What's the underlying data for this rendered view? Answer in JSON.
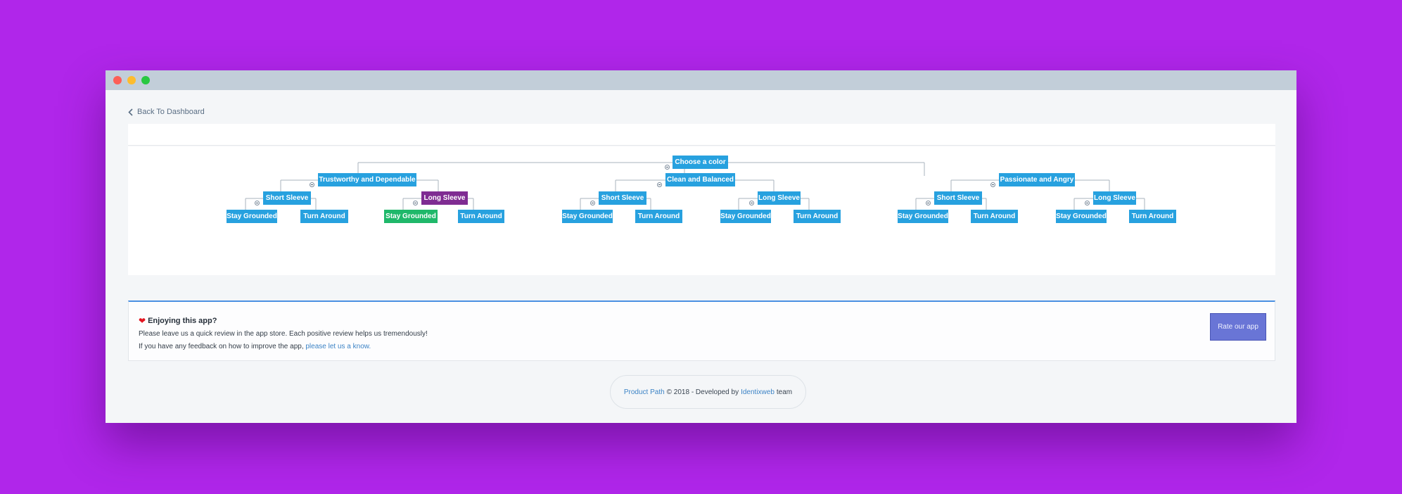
{
  "window": {
    "controls": [
      "close",
      "minimize",
      "maximize"
    ]
  },
  "nav": {
    "back_label": "Back To Dashboard",
    "back_icon": "chevron-left-icon"
  },
  "tree": {
    "root": "Choose a color",
    "level1": [
      "Trustworthy and Dependable",
      "Clean and Balanced",
      "Passionate and Angry"
    ],
    "level2": [
      "Short Sleeve",
      "Long Sleeve",
      "Short Sleeve",
      "Long Sleeve",
      "Short Sleeve",
      "Long Sleeve"
    ],
    "level3": [
      "Stay Grounded",
      "Turn Around",
      "Stay Grounded",
      "Turn Around",
      "Stay Grounded",
      "Turn Around",
      "Stay Grounded",
      "Turn Around",
      "Stay Grounded",
      "Turn Around",
      "Stay Grounded",
      "Turn Around"
    ],
    "colors": {
      "default": "#27a1df",
      "selected_purple": "#7f2c92",
      "selected_green": "#1fb86a"
    }
  },
  "review": {
    "title": "Enjoying this app?",
    "heart_icon": "heart-icon",
    "line1": "Please leave us a quick review in the app store. Each positive review helps us tremendously!",
    "line2_prefix": "If you have any feedback on how to improve the app, ",
    "line2_link": "please let us a know.",
    "button_label": "Rate our app"
  },
  "footer": {
    "product_link": "Product Path",
    "middle": "© 2018 - Developed by",
    "dev_link": "Identixweb",
    "suffix": "team"
  }
}
